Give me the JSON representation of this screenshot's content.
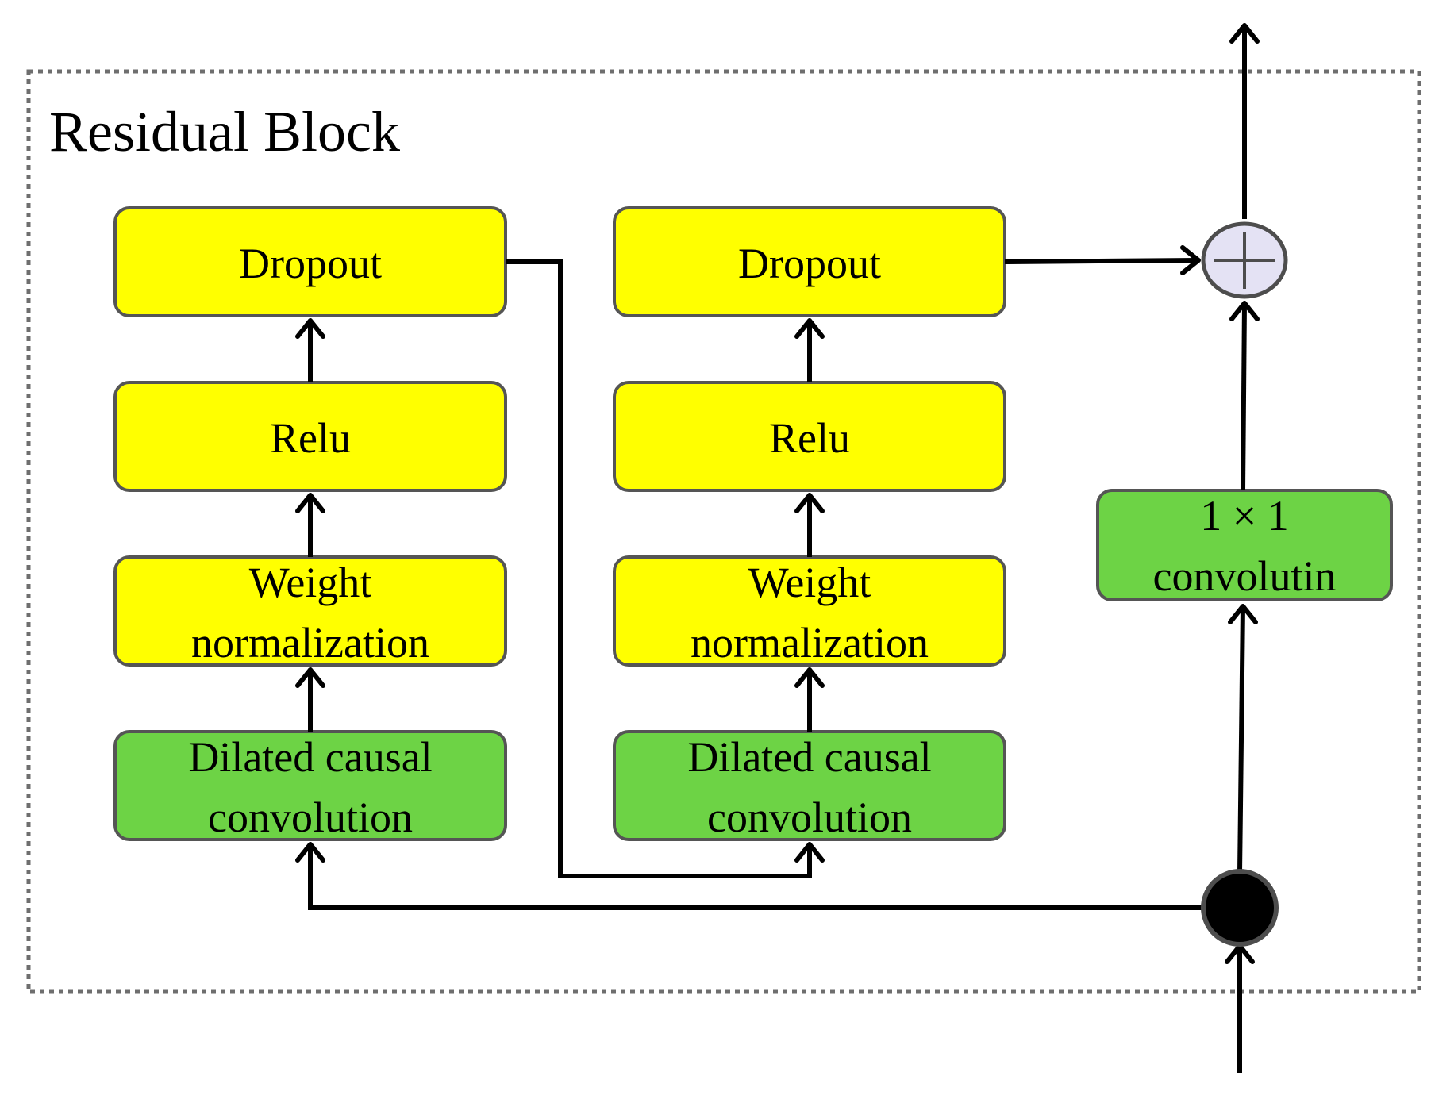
{
  "title": "Residual Block",
  "colors": {
    "yellow_box": "#ffff00",
    "green_box": "#6dd345",
    "box_border": "#555555",
    "adder_fill": "#e4e2f4",
    "dot_fill": "#000000"
  },
  "left_column": {
    "dropout": "Dropout",
    "relu": "Relu",
    "weight_norm": [
      "Weight",
      "normalization"
    ],
    "dilated_conv": [
      "Dilated causal",
      "convolution"
    ]
  },
  "right_column": {
    "dropout": "Dropout",
    "relu": "Relu",
    "weight_norm": [
      "Weight",
      "normalization"
    ],
    "dilated_conv": [
      "Dilated causal",
      "convolution"
    ]
  },
  "shortcut": {
    "conv": [
      "1 × 1",
      "convolutin"
    ]
  },
  "nodes": {
    "adder": "plus-icon",
    "split": "black-dot"
  }
}
